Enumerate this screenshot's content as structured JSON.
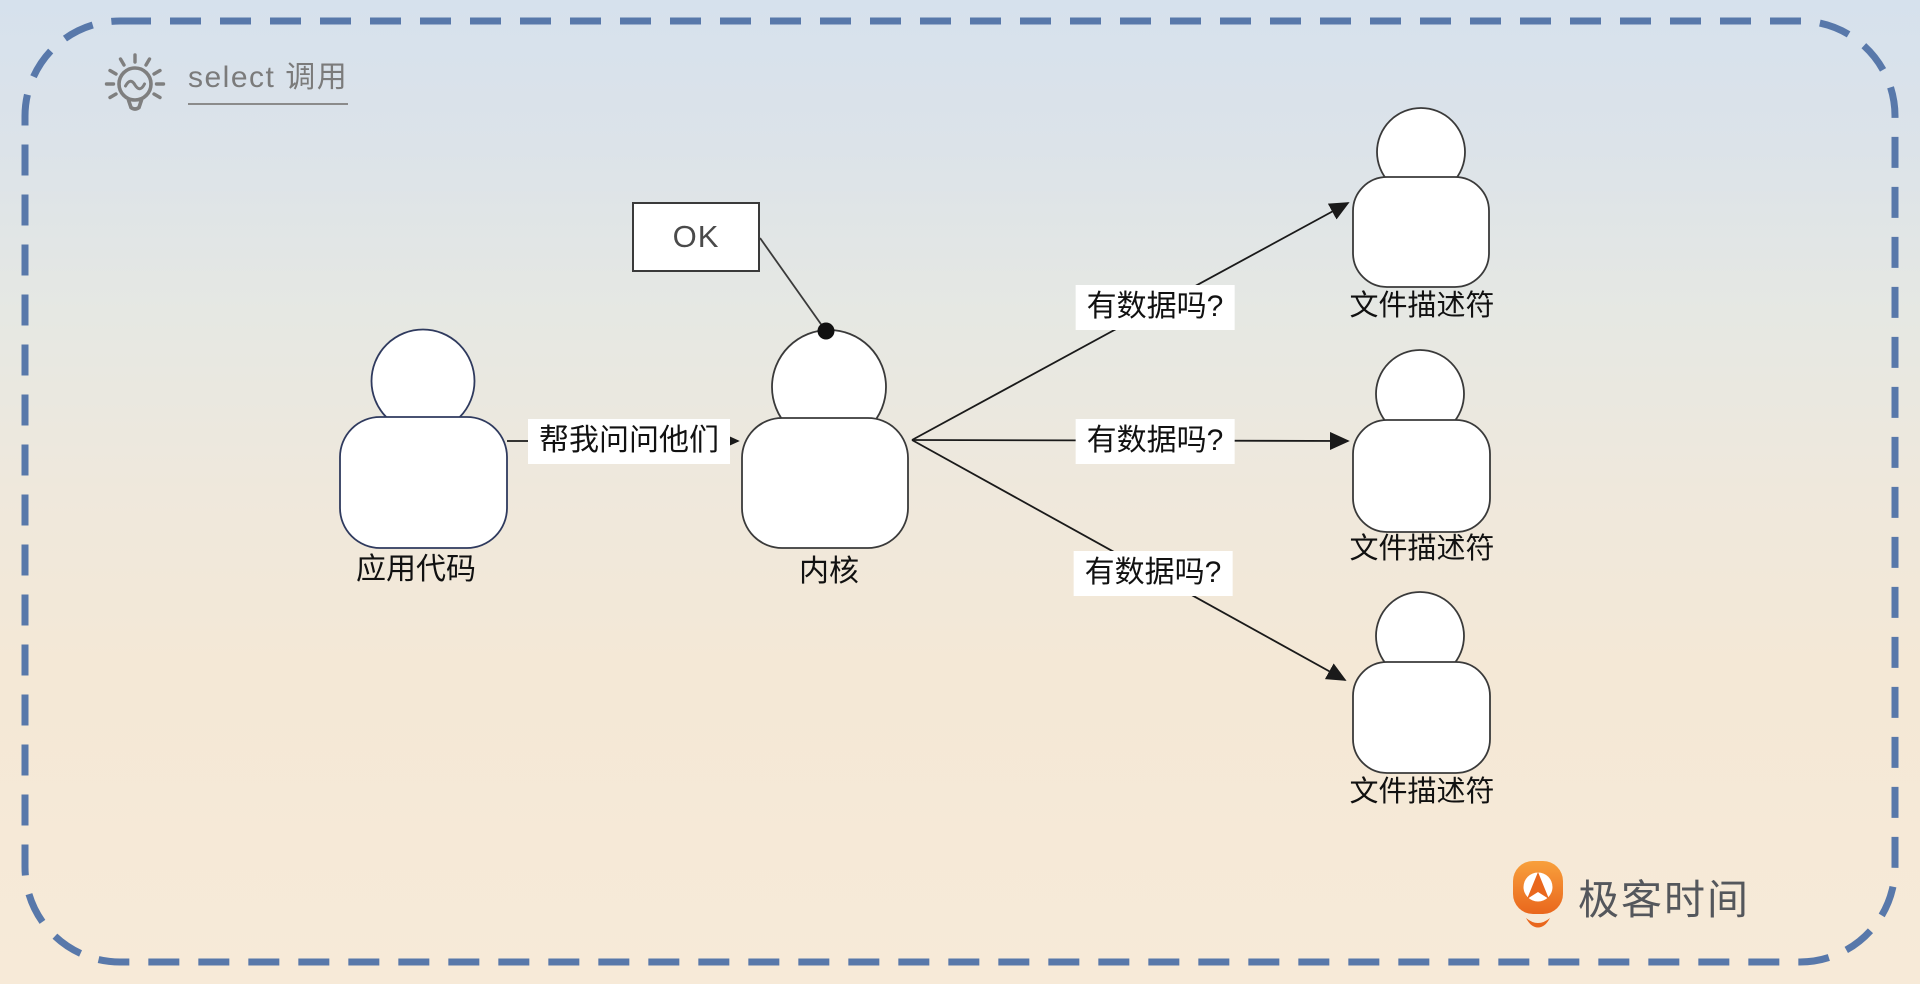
{
  "diagram": {
    "title": "select 调用",
    "ok_label": "OK",
    "request_label": "帮我问问他们",
    "question_label_1": "有数据吗?",
    "question_label_2": "有数据吗?",
    "question_label_3": "有数据吗?",
    "app_label": "应用代码",
    "kernel_label": "内核",
    "fd_label_1": "文件描述符",
    "fd_label_2": "文件描述符",
    "fd_label_3": "文件描述符"
  },
  "branding": {
    "logo_text": "极客时间"
  },
  "colors": {
    "border_blue": "#5878aa",
    "figure_navy": "#2f3a5e",
    "figure_dark": "#3a3a3a",
    "logo_orange": "#ee751f"
  }
}
